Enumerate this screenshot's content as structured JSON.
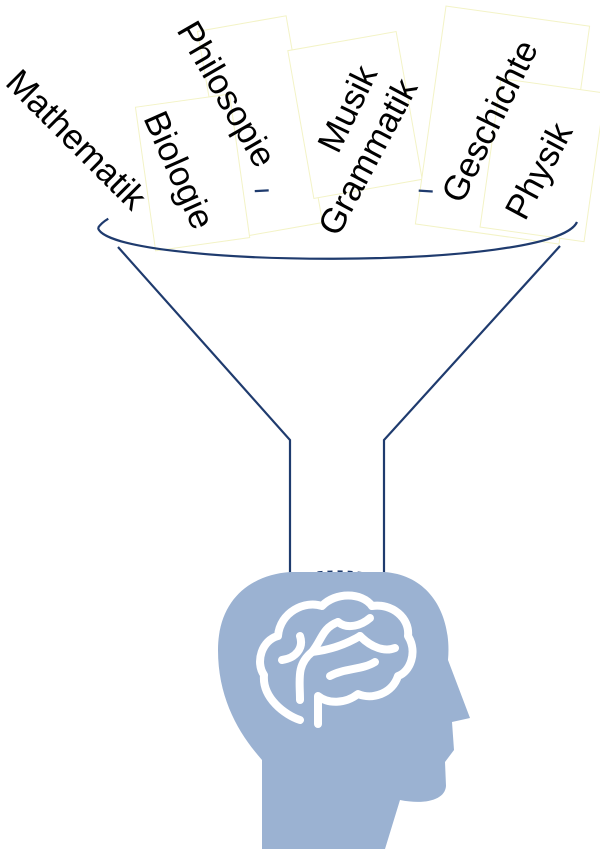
{
  "subjects": [
    {
      "id": "mathematik",
      "text": "Mathematik"
    },
    {
      "id": "biologie",
      "text": "Biologie"
    },
    {
      "id": "philosophie",
      "text": "Philosopie"
    },
    {
      "id": "musik",
      "text": "Musik"
    },
    {
      "id": "grammatik",
      "text": "Grammatik"
    },
    {
      "id": "geschichte",
      "text": "Geschichte"
    },
    {
      "id": "physik",
      "text": "Physik"
    }
  ],
  "colors": {
    "funnel_stroke": "#1f3b6e",
    "head_fill": "#9bb2d2",
    "brain_detail": "#ffffff",
    "text": "#000000",
    "card_border": "#f3f3c6"
  },
  "icons": {
    "funnel": "funnel-icon",
    "head": "head-profile-icon",
    "brain": "brain-icon"
  }
}
